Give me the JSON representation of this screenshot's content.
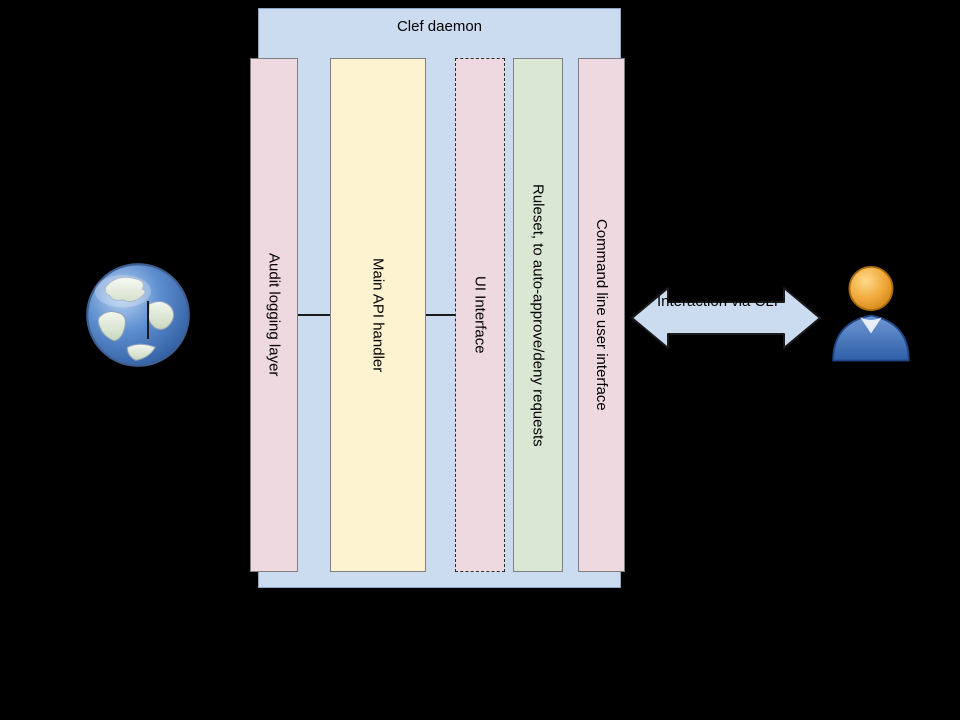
{
  "diagram": {
    "title": "Clef daemon",
    "columns": [
      {
        "label": "Audit logging layer"
      },
      {
        "label": "Main API handler"
      },
      {
        "label": "UI Interface"
      },
      {
        "label": "Ruleset, to auto-approve/deny requests"
      },
      {
        "label": "Command line user interface"
      }
    ],
    "arrow": {
      "label": "Interaction via CLI"
    },
    "icons": [
      {
        "name": "globe-icon"
      },
      {
        "name": "user-icon"
      },
      {
        "name": "bidirectional-arrow-icon"
      }
    ],
    "colors": {
      "background": "#000000",
      "container_fill": "#ccdcf0",
      "container_border": "#8ca6c4",
      "pink_fill": "#efd9e0",
      "yellow_fill": "#fdf3d0",
      "green_fill": "#d9e7d4",
      "column_border": "#7f7f7f",
      "arrow_fill": "#ccdcf0",
      "arrow_border": "#1a1a1a"
    }
  }
}
